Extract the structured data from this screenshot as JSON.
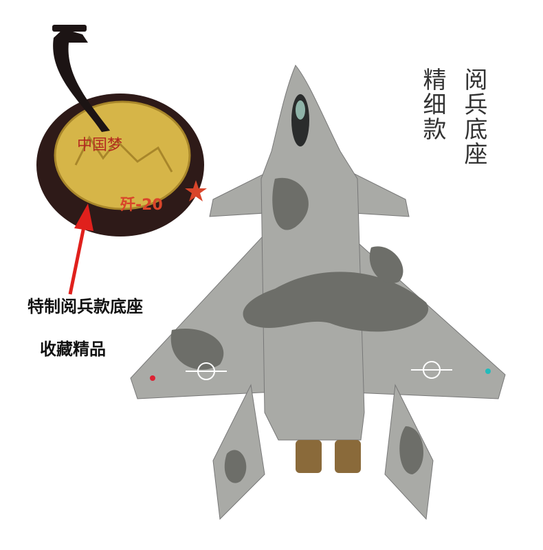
{
  "headline_right": "阅兵底座",
  "headline_left": "精细款",
  "caption_line1": "特制阅兵款底座",
  "caption_line2": "收藏精品",
  "base_logo_text": "中国梦",
  "base_model_text": "歼-20",
  "colors": {
    "arrow": "#e0201c",
    "base_rim": "#2e1a18",
    "base_gold": "#d6b548",
    "camo_light": "#a9aaa6",
    "camo_dark": "#6d6e69"
  }
}
